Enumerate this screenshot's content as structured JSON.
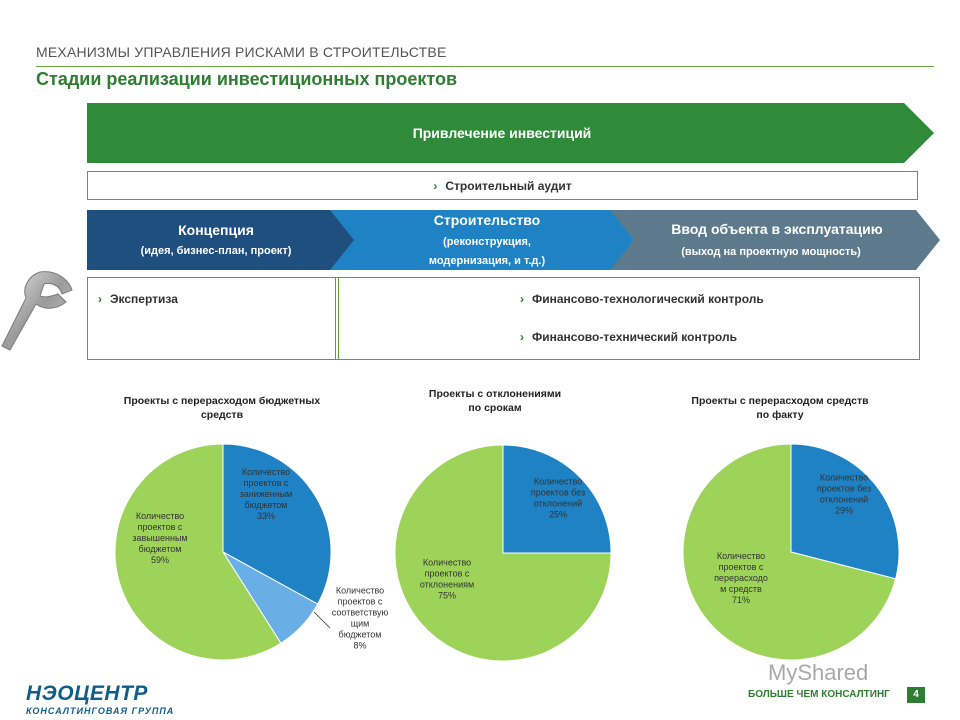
{
  "header": {
    "section_title": "МЕХАНИЗМЫ УПРАВЛЕНИЯ РИСКАМИ В СТРОИТЕЛЬСТВЕ",
    "slide_title": "Стадии реализации инвестиционных проектов"
  },
  "top_arrow": {
    "label": "Привлечение инвестиций",
    "color": "#2f8a3a"
  },
  "audit": {
    "label": "Строительный аудит"
  },
  "stages": [
    {
      "title": "Концепция",
      "subtitle": "(идея, бизнес-план, проект)",
      "color": "#1f4f7f"
    },
    {
      "title": "Строительство",
      "subtitle_line1": "(реконструкция,",
      "subtitle_line2": "модернизация, и т.д.)",
      "color": "#1e82c4"
    },
    {
      "title": "Ввод объекта в эксплуатацию",
      "subtitle": "(выход на проектную мощность)",
      "color": "#5c7a8c"
    }
  ],
  "controls": {
    "left": "Экспертиза",
    "right": [
      "Финансово-технологический контроль",
      "Финансово-технический контроль"
    ]
  },
  "charts": {
    "chart1_title_l1": "Проекты  с перерасходом бюджетных",
    "chart1_title_l2": "средств",
    "chart2_title_l1": "Проекты  с отклонениями",
    "chart2_title_l2": "по срокам",
    "chart3_title_l1": "Проекты с перерасходом средств",
    "chart3_title_l2": "по факту"
  },
  "chart_data": [
    {
      "type": "pie",
      "title": "Проекты  с перерасходом бюджетных средств",
      "slices": [
        {
          "label": [
            "Количество",
            "проектов с",
            "заниженным",
            "бюджетом",
            "33%"
          ],
          "value": 33,
          "color": "#1e82c4"
        },
        {
          "label": [
            "Количество",
            "проектов с",
            "соответствую",
            "щим",
            "бюджетом",
            "8%"
          ],
          "value": 8,
          "color": "#6aaee6"
        },
        {
          "label": [
            "Количество",
            "проектов с",
            "завышенным",
            "бюджетом",
            "59%"
          ],
          "value": 59,
          "color": "#9ed35a"
        }
      ]
    },
    {
      "type": "pie",
      "title": "Проекты  с отклонениями по срокам",
      "slices": [
        {
          "label": [
            "Количество",
            "проектов без",
            "отклонений",
            "25%"
          ],
          "value": 25,
          "color": "#1e82c4"
        },
        {
          "label": [
            "Количество",
            "проектов с",
            "отклонениям",
            "75%"
          ],
          "value": 75,
          "color": "#9ed35a"
        }
      ]
    },
    {
      "type": "pie",
      "title": "Проекты с перерасходом средств по факту",
      "slices": [
        {
          "label": [
            "Количество",
            "проектов без",
            "отклонений",
            "29%"
          ],
          "value": 29,
          "color": "#1e82c4"
        },
        {
          "label": [
            "Количество",
            "проектов с",
            "перерасходо",
            "м средств",
            "71%"
          ],
          "value": 71,
          "color": "#9ed35a"
        }
      ]
    }
  ],
  "footer": {
    "logo_text": "НЭОЦЕНТР",
    "logo_sub": "КОНСАЛТИНГОВАЯ ГРУППА",
    "tagline": "БОЛЬШЕ ЧЕМ КОНСАЛТИНГ",
    "page_number": "4",
    "watermark": "MyShared"
  }
}
